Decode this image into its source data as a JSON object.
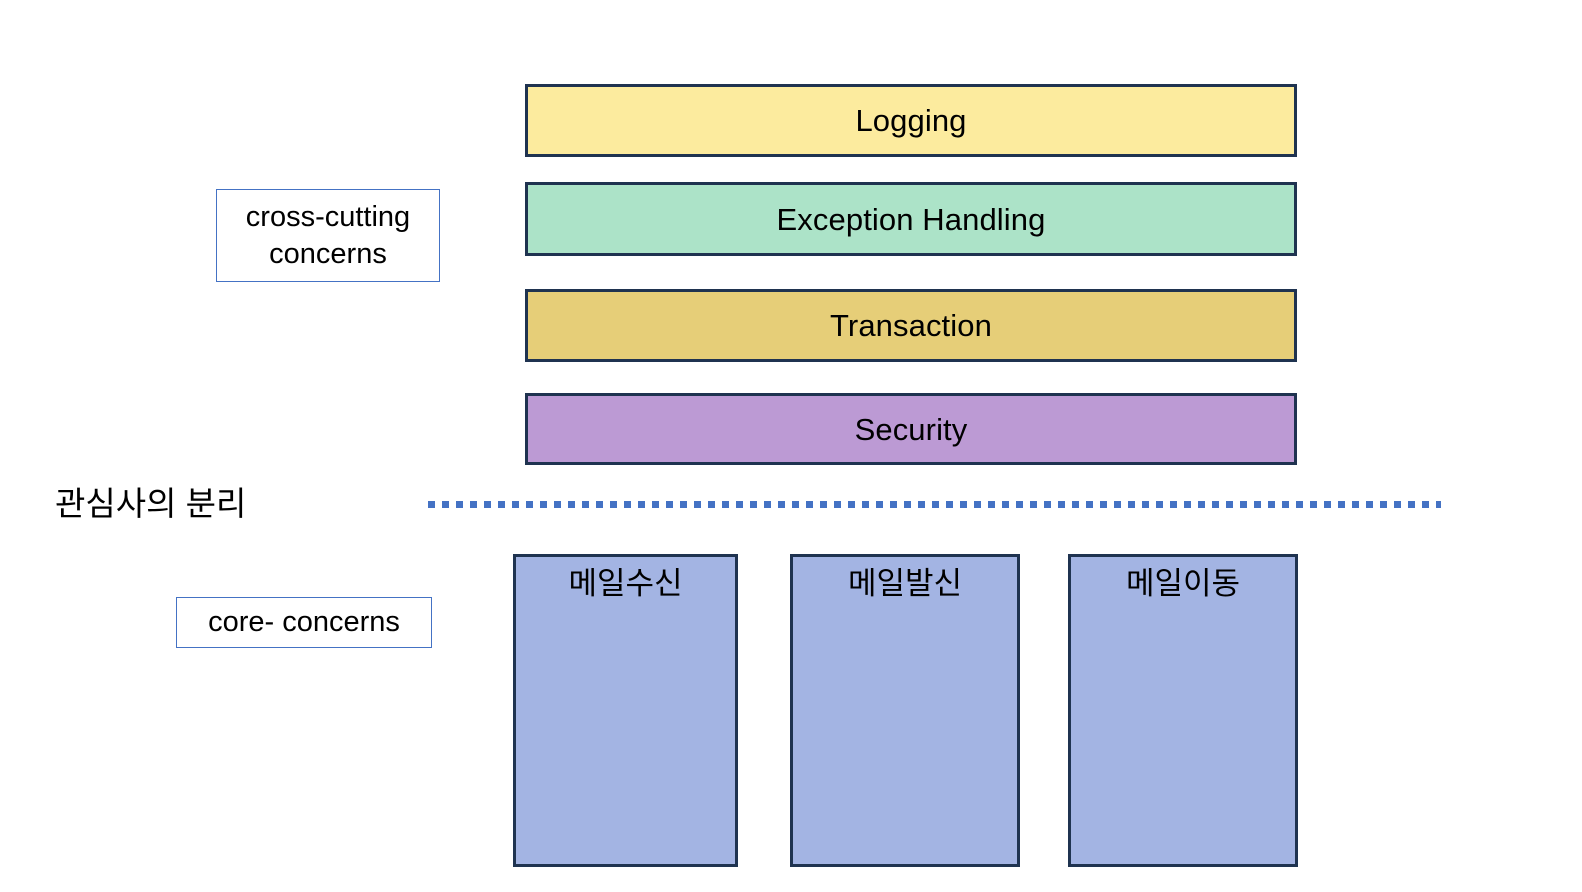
{
  "diagram": {
    "title_caption": "관심사의 분리",
    "colors": {
      "border": "#1F3350",
      "legend_border": "#4472C4",
      "divider": "#4472C4",
      "logging": "#FCEB9E",
      "exception_handling": "#ACE3C8",
      "transaction": "#E6CE78",
      "security": "#BC9AD4",
      "core_box": "#A3B4E3"
    },
    "cross_cutting": {
      "legend_label": "cross-cutting\nconcerns",
      "legend_line1": "cross-cutting",
      "legend_line2": "concerns",
      "bars": [
        {
          "label": "Logging",
          "color": "#FCEB9E"
        },
        {
          "label": "Exception Handling",
          "color": "#ACE3C8"
        },
        {
          "label": "Transaction",
          "color": "#E6CE78"
        },
        {
          "label": "Security",
          "color": "#BC9AD4"
        }
      ]
    },
    "core": {
      "legend_label": "core- concerns",
      "boxes": [
        {
          "label": "메일수신"
        },
        {
          "label": "메일발신"
        },
        {
          "label": "메일이동"
        }
      ]
    }
  }
}
